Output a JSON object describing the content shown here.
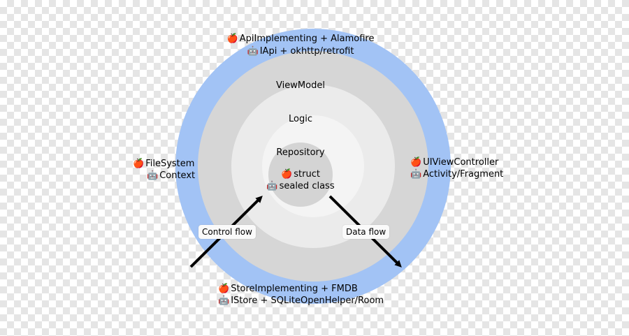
{
  "colors": {
    "outer_ring": "#a2c3f5",
    "viewmodel_ring": "#d6d6d6",
    "logic_ring": "#ebebeb",
    "repository_ring": "#f4f4f4",
    "core": "#d4d4d4",
    "arrow": "#000000"
  },
  "icons": {
    "ios": "apple-icon",
    "android": "android-robot-icon"
  },
  "layers": {
    "viewmodel": "ViewModel",
    "logic": "Logic",
    "repository": "Repository"
  },
  "core": {
    "ios": "struct",
    "android": "sealed class"
  },
  "top": {
    "ios": "ApiImplementing + Alamofire",
    "android": "IApi + okhttp/retrofit"
  },
  "left": {
    "ios": "FileSystem",
    "android": "Context"
  },
  "right": {
    "ios": "UIViewController",
    "android": "Activity/Fragment"
  },
  "bottom": {
    "ios": "StoreImplementing + FMDB",
    "android": "IStore + SQLiteOpenHelper/Room"
  },
  "flows": {
    "control": "Control flow",
    "data": "Data flow"
  }
}
